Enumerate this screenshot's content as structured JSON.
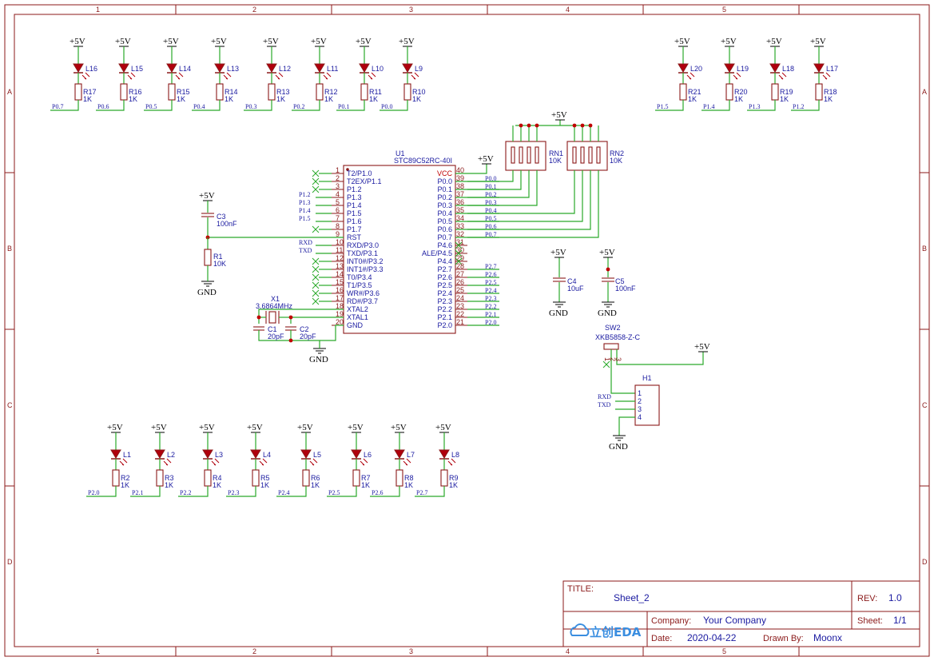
{
  "border": {
    "columns": [
      "1",
      "2",
      "3",
      "4",
      "5"
    ],
    "rows": [
      "A",
      "B",
      "C",
      "D"
    ]
  },
  "title_block": {
    "title_label": "TITLE:",
    "title": "Sheet_2",
    "rev_label": "REV:",
    "rev": "1.0",
    "company_label": "Company:",
    "company": "Your Company",
    "sheet_label": "Sheet:",
    "sheet": "1/1",
    "date_label": "Date:",
    "date": "2020-04-22",
    "drawn_label": "Drawn By:",
    "drawn_by": "Moonx",
    "logo": "立创EDA"
  },
  "power": {
    "vcc": "+5V",
    "gnd": "GND"
  },
  "top_leds": [
    {
      "led": "L16",
      "res": "R17",
      "value": "1K",
      "net": "P0.7"
    },
    {
      "led": "L15",
      "res": "R16",
      "value": "1K",
      "net": "P0.6"
    },
    {
      "led": "L14",
      "res": "R15",
      "value": "1K",
      "net": "P0.5"
    },
    {
      "led": "L13",
      "res": "R14",
      "value": "1K",
      "net": "P0.4"
    },
    {
      "led": "L12",
      "res": "R13",
      "value": "1K",
      "net": "P0.3"
    },
    {
      "led": "L11",
      "res": "R12",
      "value": "1K",
      "net": "P0.2"
    },
    {
      "led": "L10",
      "res": "R11",
      "value": "1K",
      "net": "P0.1"
    },
    {
      "led": "L9",
      "res": "R10",
      "value": "1K",
      "net": "P0.0"
    }
  ],
  "right_leds": [
    {
      "led": "L20",
      "res": "R21",
      "value": "1K",
      "net": "P1.5"
    },
    {
      "led": "L19",
      "res": "R20",
      "value": "1K",
      "net": "P1.4"
    },
    {
      "led": "L18",
      "res": "R19",
      "value": "1K",
      "net": "P1.3"
    },
    {
      "led": "L17",
      "res": "R18",
      "value": "1K",
      "net": "P1.2"
    }
  ],
  "bottom_leds": [
    {
      "led": "L1",
      "res": "R2",
      "value": "1K",
      "net": "P2.0"
    },
    {
      "led": "L2",
      "res": "R3",
      "value": "1K",
      "net": "P2.1"
    },
    {
      "led": "L3",
      "res": "R4",
      "value": "1K",
      "net": "P2.2"
    },
    {
      "led": "L4",
      "res": "R5",
      "value": "1K",
      "net": "P2.3"
    },
    {
      "led": "L5",
      "res": "R6",
      "value": "1K",
      "net": "P2.4"
    },
    {
      "led": "L6",
      "res": "R7",
      "value": "1K",
      "net": "P2.5"
    },
    {
      "led": "L7",
      "res": "R8",
      "value": "1K",
      "net": "P2.6"
    },
    {
      "led": "L8",
      "res": "R9",
      "value": "1K",
      "net": "P2.7"
    }
  ],
  "mcu": {
    "ref": "U1",
    "part": "STC89C52RC-40I",
    "left_pins": [
      {
        "num": "1",
        "name": "T2/P1.0",
        "net": ""
      },
      {
        "num": "2",
        "name": "T2EX/P1.1",
        "net": ""
      },
      {
        "num": "3",
        "name": "P1.2",
        "net": ""
      },
      {
        "num": "4",
        "name": "P1.3",
        "net": "P1.2"
      },
      {
        "num": "5",
        "name": "P1.4",
        "net": "P1.3"
      },
      {
        "num": "6",
        "name": "P1.5",
        "net": "P1.4"
      },
      {
        "num": "7",
        "name": "P1.6",
        "net": "P1.5"
      },
      {
        "num": "8",
        "name": "P1.7",
        "net": ""
      },
      {
        "num": "9",
        "name": "RST",
        "net": ""
      },
      {
        "num": "10",
        "name": "RXD/P3.0",
        "net": "RXD"
      },
      {
        "num": "11",
        "name": "TXD/P3.1",
        "net": "TXD"
      },
      {
        "num": "12",
        "name": "INT0#/P3.2",
        "net": ""
      },
      {
        "num": "13",
        "name": "INT1#/P3.3",
        "net": ""
      },
      {
        "num": "14",
        "name": "T0/P3.4",
        "net": ""
      },
      {
        "num": "15",
        "name": "T1/P3.5",
        "net": ""
      },
      {
        "num": "16",
        "name": "WR#/P3.6",
        "net": ""
      },
      {
        "num": "17",
        "name": "RD#/P3.7",
        "net": ""
      },
      {
        "num": "18",
        "name": "XTAL2",
        "net": ""
      },
      {
        "num": "19",
        "name": "XTAL1",
        "net": ""
      },
      {
        "num": "20",
        "name": "GND",
        "net": ""
      }
    ],
    "right_pins": [
      {
        "num": "40",
        "name": "VCC",
        "net": ""
      },
      {
        "num": "39",
        "name": "P0.0",
        "net": "P0.0"
      },
      {
        "num": "38",
        "name": "P0.1",
        "net": "P0.1"
      },
      {
        "num": "37",
        "name": "P0.2",
        "net": "P0.2"
      },
      {
        "num": "36",
        "name": "P0.3",
        "net": "P0.3"
      },
      {
        "num": "35",
        "name": "P0.4",
        "net": "P0.4"
      },
      {
        "num": "34",
        "name": "P0.5",
        "net": "P0.5"
      },
      {
        "num": "33",
        "name": "P0.6",
        "net": "P0.6"
      },
      {
        "num": "32",
        "name": "P0.7",
        "net": "P0.7"
      },
      {
        "num": "31",
        "name": "P4.6",
        "net": ""
      },
      {
        "num": "30",
        "name": "ALE/P4.5",
        "net": ""
      },
      {
        "num": "29",
        "name": "P4.4",
        "net": ""
      },
      {
        "num": "28",
        "name": "P2.7",
        "net": "P2.7"
      },
      {
        "num": "27",
        "name": "P2.6",
        "net": "P2.6"
      },
      {
        "num": "26",
        "name": "P2.5",
        "net": "P2.5"
      },
      {
        "num": "25",
        "name": "P2.4",
        "net": "P2.4"
      },
      {
        "num": "24",
        "name": "P2.3",
        "net": "P2.3"
      },
      {
        "num": "23",
        "name": "P2.2",
        "net": "P2.2"
      },
      {
        "num": "22",
        "name": "P2.1",
        "net": "P2.1"
      },
      {
        "num": "21",
        "name": "P2.0",
        "net": "P2.0"
      }
    ]
  },
  "rn1": {
    "ref": "RN1",
    "value": "10K"
  },
  "rn2": {
    "ref": "RN2",
    "value": "10K"
  },
  "c3": {
    "ref": "C3",
    "value": "100nF"
  },
  "r1": {
    "ref": "R1",
    "value": "10K"
  },
  "x1": {
    "ref": "X1",
    "value": "3.6864MHz"
  },
  "c1": {
    "ref": "C1",
    "value": "20pF"
  },
  "c2": {
    "ref": "C2",
    "value": "20pF"
  },
  "c4": {
    "ref": "C4",
    "value": "10uF"
  },
  "c5": {
    "ref": "C5",
    "value": "100nF"
  },
  "sw2": {
    "ref": "SW2",
    "part": "XKB5858-Z-C",
    "pins": [
      "1",
      "2",
      "3"
    ]
  },
  "h1": {
    "ref": "H1",
    "pins": [
      "1",
      "2",
      "3",
      "4"
    ],
    "nets": [
      "RXD",
      "TXD"
    ]
  }
}
